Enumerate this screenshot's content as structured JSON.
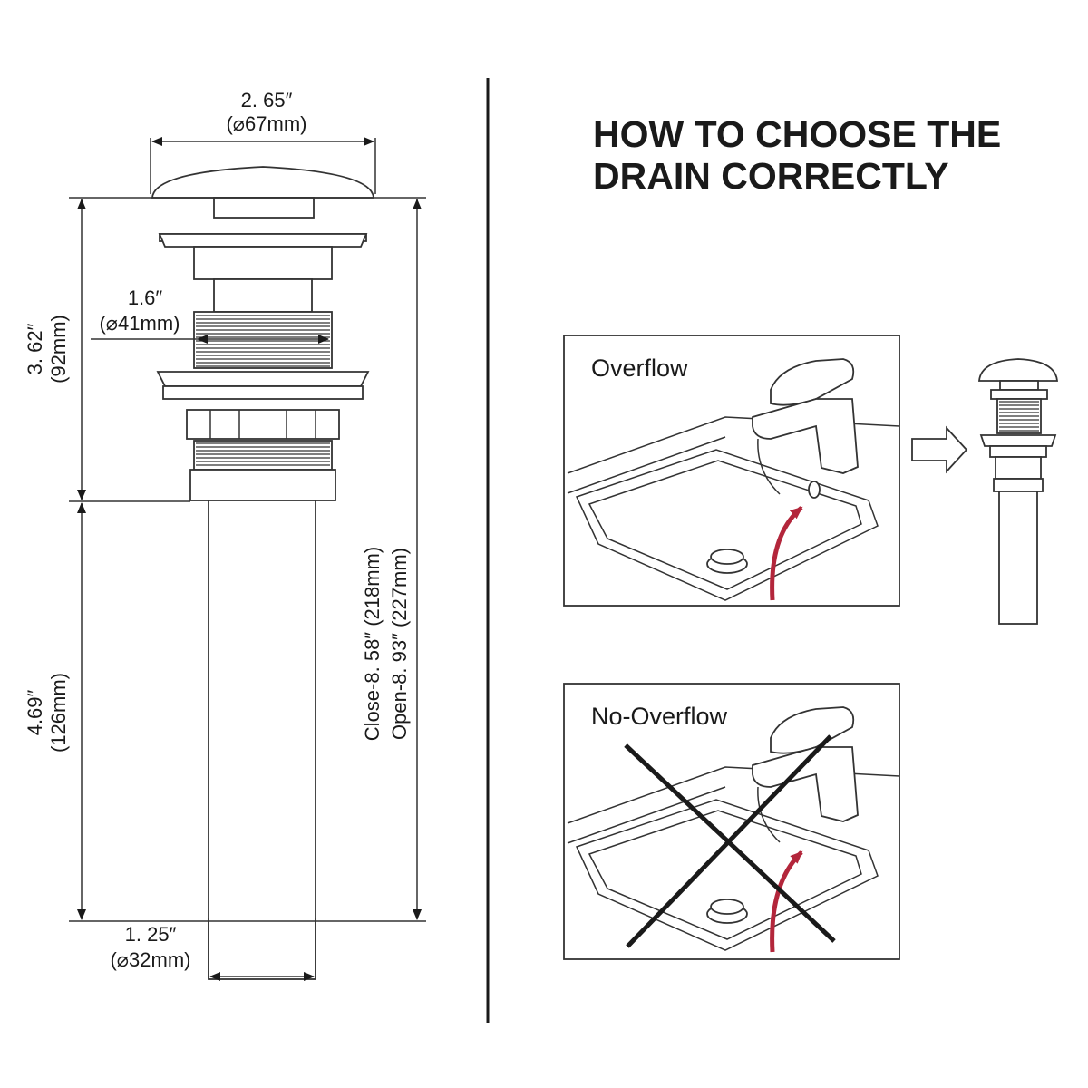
{
  "title": {
    "line1": "HOW TO CHOOSE THE",
    "line2": "DRAIN CORRECTLY"
  },
  "dimensions": {
    "cap_width": "2. 65″",
    "cap_width_mm": "(⌀67mm)",
    "thread_dia": "1.6″",
    "thread_dia_mm": "(⌀41mm)",
    "body_height": "3. 62″",
    "body_height_mm": "(92mm)",
    "tail_length": "4.69″",
    "tail_length_mm": "(126mm)",
    "total_close": "Close-8. 58″ (218mm)",
    "total_open": "Open-8. 93″ (227mm)",
    "tail_dia": "1. 25″",
    "tail_dia_mm": "(⌀32mm)"
  },
  "panels": {
    "overflow": {
      "label": "Overflow"
    },
    "no_overflow": {
      "label": "No-Overflow"
    }
  },
  "colors": {
    "line": "#1a1a1a",
    "accent_arrow": "#b3263b",
    "divider": "#1a1a1a"
  },
  "icons": {
    "indicator_arrow": "hollow-right-arrow-icon",
    "cross": "x-cross-icon"
  }
}
